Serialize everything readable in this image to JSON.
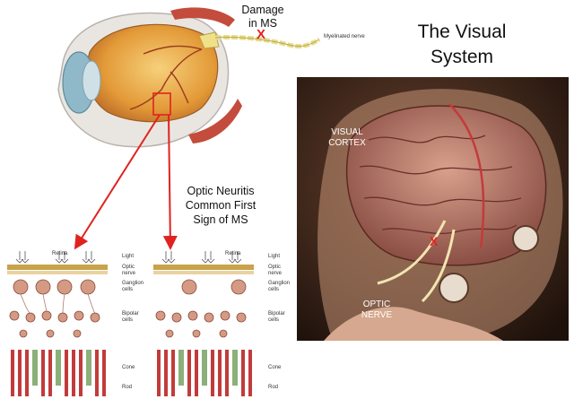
{
  "title": {
    "line1": "The Visual",
    "line2": "System"
  },
  "damage_label": {
    "line1": "Damage",
    "line2": "in MS"
  },
  "nerve_label": "Myelinated nerve",
  "optic_neuritis": {
    "line1": "Optic Neuritis",
    "line2": "Common First",
    "line3": "Sign of MS"
  },
  "brain_labels": {
    "visual_cortex_1": "VISUAL",
    "visual_cortex_2": "CORTEX",
    "optic_nerve_1": "OPTIC",
    "optic_nerve_2": "NERVE"
  },
  "x_marker": "X",
  "retina_left": {
    "retina": "Retina",
    "light": "Light",
    "optic_1": "Optic",
    "optic_2": "nerve",
    "gang_1": "Ganglion",
    "gang_2": "cells",
    "bip_1": "Bipolar",
    "bip_2": "cells",
    "cone": "Cone",
    "rod": "Rod"
  },
  "retina_right": {
    "retina": "Retina",
    "light": "Light",
    "optic_1": "Optic",
    "optic_2": "nerve",
    "gang_1": "Ganglion",
    "gang_2": "cells",
    "bip_1": "Bipolar",
    "bip_2": "cells",
    "cone": "Cone",
    "rod": "Rod"
  },
  "colors": {
    "arrow": "#e0231f",
    "x_marker": "#e0231f",
    "brain_bg": "#3a2418",
    "nerve": "#e8dc8a",
    "retina_band": "#c9a24c"
  }
}
